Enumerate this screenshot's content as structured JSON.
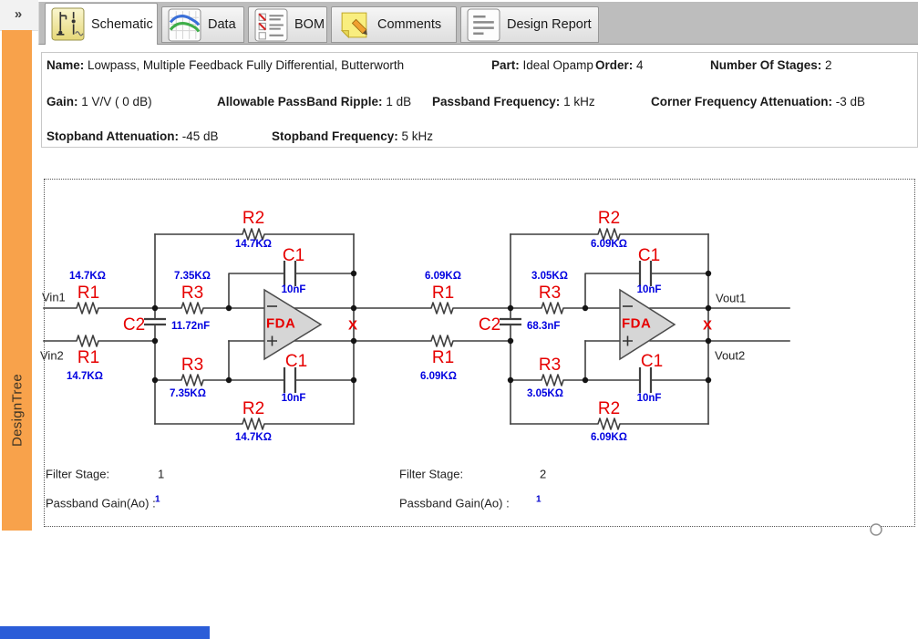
{
  "window": {
    "collapse_glyph": "»"
  },
  "sidebar": {
    "label": "DesignTree"
  },
  "tabs": [
    {
      "label": "Schematic",
      "icon": "schematic-icon",
      "selected": true
    },
    {
      "label": "Data",
      "icon": "data-chart-icon",
      "selected": false
    },
    {
      "label": "BOM",
      "icon": "bom-checklist-icon",
      "selected": false
    },
    {
      "label": "Comments",
      "icon": "comments-note-icon",
      "selected": false
    },
    {
      "label": "Design Report",
      "icon": "design-report-icon",
      "selected": false
    }
  ],
  "info_panel": {
    "row1": [
      {
        "label": "Name:",
        "value": "Lowpass, Multiple Feedback Fully Differential, Butterworth"
      },
      {
        "label": "Part:",
        "value": "Ideal Opamp"
      },
      {
        "label": "Order:",
        "value": "4"
      },
      {
        "label": "Number Of Stages:",
        "value": "2"
      }
    ],
    "row2": [
      {
        "label": "Gain:",
        "value": "1 V/V ( 0 dB)"
      },
      {
        "label": "Allowable PassBand Ripple:",
        "value": "1 dB"
      },
      {
        "label": "Passband Frequency:",
        "value": "1 kHz"
      },
      {
        "label": "Corner Frequency Attenuation:",
        "value": "-3 dB"
      }
    ],
    "row3": [
      {
        "label": "Stopband Attenuation:",
        "value": "-45 dB"
      },
      {
        "label": "Stopband Frequency:",
        "value": "5 kHz"
      }
    ]
  },
  "schematic": {
    "stage1": {
      "vin1": "Vin1",
      "vin2": "Vin2",
      "r1_top_ref": "R1",
      "r1_top_val": "14.7KΩ",
      "r1_bot_ref": "R1",
      "r1_bot_val": "14.7KΩ",
      "r2_top_ref": "R2",
      "r2_top_val": "14.7KΩ",
      "r2_bot_ref": "R2",
      "r2_bot_val": "14.7KΩ",
      "r3_top_ref": "R3",
      "r3_top_val": "7.35KΩ",
      "r3_bot_ref": "R3",
      "r3_bot_val": "7.35KΩ",
      "c1_top_ref": "C1",
      "c1_top_val": "10nF",
      "c1_bot_ref": "C1",
      "c1_bot_val": "10nF",
      "c2_ref": "C2",
      "c2_val": "11.72nF",
      "opamp_label": "FDA",
      "out_mark": "X",
      "filter_stage_label": "Filter Stage:",
      "filter_stage_value": "1",
      "gain_label": "Passband Gain(Ao) :",
      "gain_value": "1"
    },
    "stage2": {
      "vout1": "Vout1",
      "vout2": "Vout2",
      "r1_top_ref": "R1",
      "r1_top_val": "6.09KΩ",
      "r1_bot_ref": "R1",
      "r1_bot_val": "6.09KΩ",
      "r2_top_ref": "R2",
      "r2_top_val": "6.09KΩ",
      "r2_bot_ref": "R2",
      "r2_bot_val": "6.09KΩ",
      "r3_top_ref": "R3",
      "r3_top_val": "3.05KΩ",
      "r3_bot_ref": "R3",
      "r3_bot_val": "3.05KΩ",
      "c1_top_ref": "C1",
      "c1_top_val": "10nF",
      "c1_bot_ref": "C1",
      "c1_bot_val": "10nF",
      "c2_ref": "C2",
      "c2_val": "68.3nF",
      "opamp_label": "FDA",
      "out_mark": "X",
      "filter_stage_label": "Filter Stage:",
      "filter_stage_value": "2",
      "gain_label": "Passband Gain(Ao) :",
      "gain_value": "1"
    }
  },
  "colors": {
    "accent_orange": "#F8A24B",
    "component_ref_red": "#E60000",
    "component_value_blue": "#0000E0",
    "wire_gray": "#3F3F3F",
    "tabbar_gray": "#BDBDBD",
    "bottom_bar_blue": "#2B5DD8"
  }
}
